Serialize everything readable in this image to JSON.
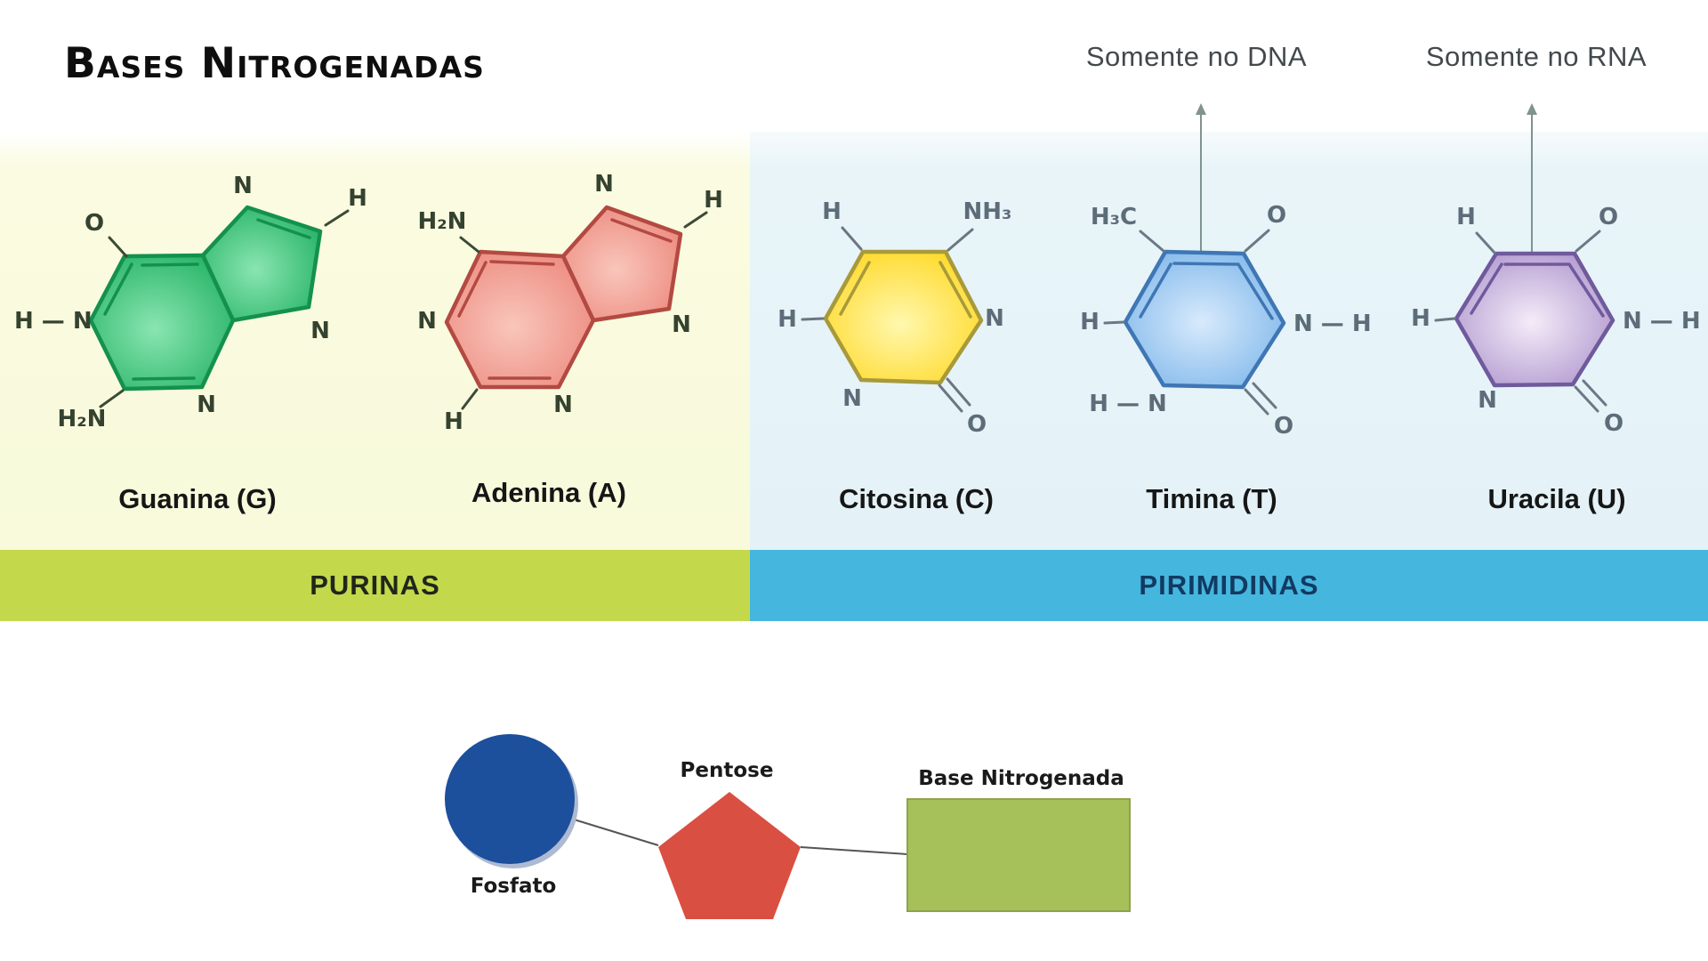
{
  "title": "Bases Nitrogenadas",
  "annotations": {
    "dna": "Somente no DNA",
    "rna": "Somente no RNA"
  },
  "categories": {
    "purinas": "PURINAS",
    "pirimidinas": "PIRIMIDINAS"
  },
  "colors": {
    "purinas_bar": "#c3d94b",
    "pirimidinas_bar": "#45b7de",
    "purinas_panel": "#f8fadb",
    "pirimidinas_panel": "#e8f4f8",
    "guanina": "#1fb060",
    "adenina": "#ec857a",
    "citosina": "#ffd517",
    "timina": "#74b1e8",
    "uracila": "#a78cc8",
    "fosfato": "#1c4f9c",
    "pentose": "#d94f41",
    "base_nitrogenada": "#a6c05a"
  },
  "molecules": {
    "guanina": {
      "name": "Guanina (G)",
      "atoms": {
        "o_top": "O",
        "n_top": "N",
        "h_top": "H",
        "hn_left": "H — N",
        "n_right": "N",
        "n_bottom": "N",
        "h2n_bottom": "H₂N"
      }
    },
    "adenina": {
      "name": "Adenina (A)",
      "atoms": {
        "h2n_top": "H₂N",
        "n_top": "N",
        "h_top": "H",
        "n_left": "N",
        "n_right": "N",
        "n_bottom": "N",
        "h_bottom": "H"
      }
    },
    "citosina": {
      "name": "Citosina (C)",
      "atoms": {
        "h_top": "H",
        "nh3_top": "NH₃",
        "h_left": "H",
        "n_right": "N",
        "n_bottom": "N",
        "o_bottom": "O"
      }
    },
    "timina": {
      "name": "Timina (T)",
      "atoms": {
        "h3c_top": "H₃C",
        "o_top": "O",
        "h_left": "H",
        "nh_right": "N — H",
        "hn_bottom": "H — N",
        "o_bottom": "O"
      }
    },
    "uracila": {
      "name": "Uracila (U)",
      "atoms": {
        "h_top": "H",
        "o_top": "O",
        "h_left": "H",
        "nh_right": "N — H",
        "n_bottom": "N",
        "o_bottom": "O"
      }
    }
  },
  "nucleotide": {
    "fosfato": "Fosfato",
    "pentose": "Pentose",
    "base_nitrogenada": "Base Nitrogenada"
  }
}
